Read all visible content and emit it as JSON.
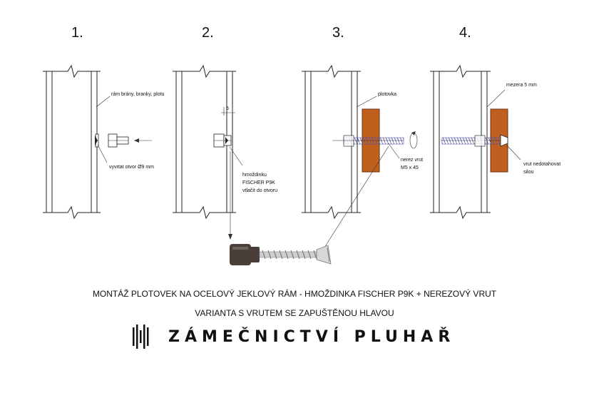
{
  "steps": [
    {
      "number": "1.",
      "annotations": [
        "rám brány, branky, plotu",
        "vyvrtat otvor Ø9 mm"
      ]
    },
    {
      "number": "2.",
      "dimension": "5",
      "annotations": [
        "hmoždinku",
        "FISCHER  P9K",
        "vtlačit do otvoru"
      ]
    },
    {
      "number": "3.",
      "annotations": [
        "plotovka",
        "nerez vrut",
        "M5 x 45"
      ]
    },
    {
      "number": "4.",
      "annotations": [
        "mezera 5 mm",
        "vrut nedotahovat",
        "silou"
      ]
    }
  ],
  "footer": {
    "title_line1": "MONTÁŽ PLOTOVEK NA OCELOVÝ JEKLOVÝ RÁM - HMOŽDINKA FISCHER P9K + NEREZOVÝ VRUT",
    "title_line2": "VARIANTA S VRUTEM SE ZAPUŠTĚNOU HLAVOU",
    "brand_name": "ZÁMEČNICTVÍ PLUHAŘ",
    "logo_icon": "bars-logo-icon"
  },
  "colors": {
    "plank": "#c0601f",
    "plank_border": "#6b2f0c",
    "screw": "#8a8ad8",
    "anchor_dark": "#4a3f38"
  }
}
